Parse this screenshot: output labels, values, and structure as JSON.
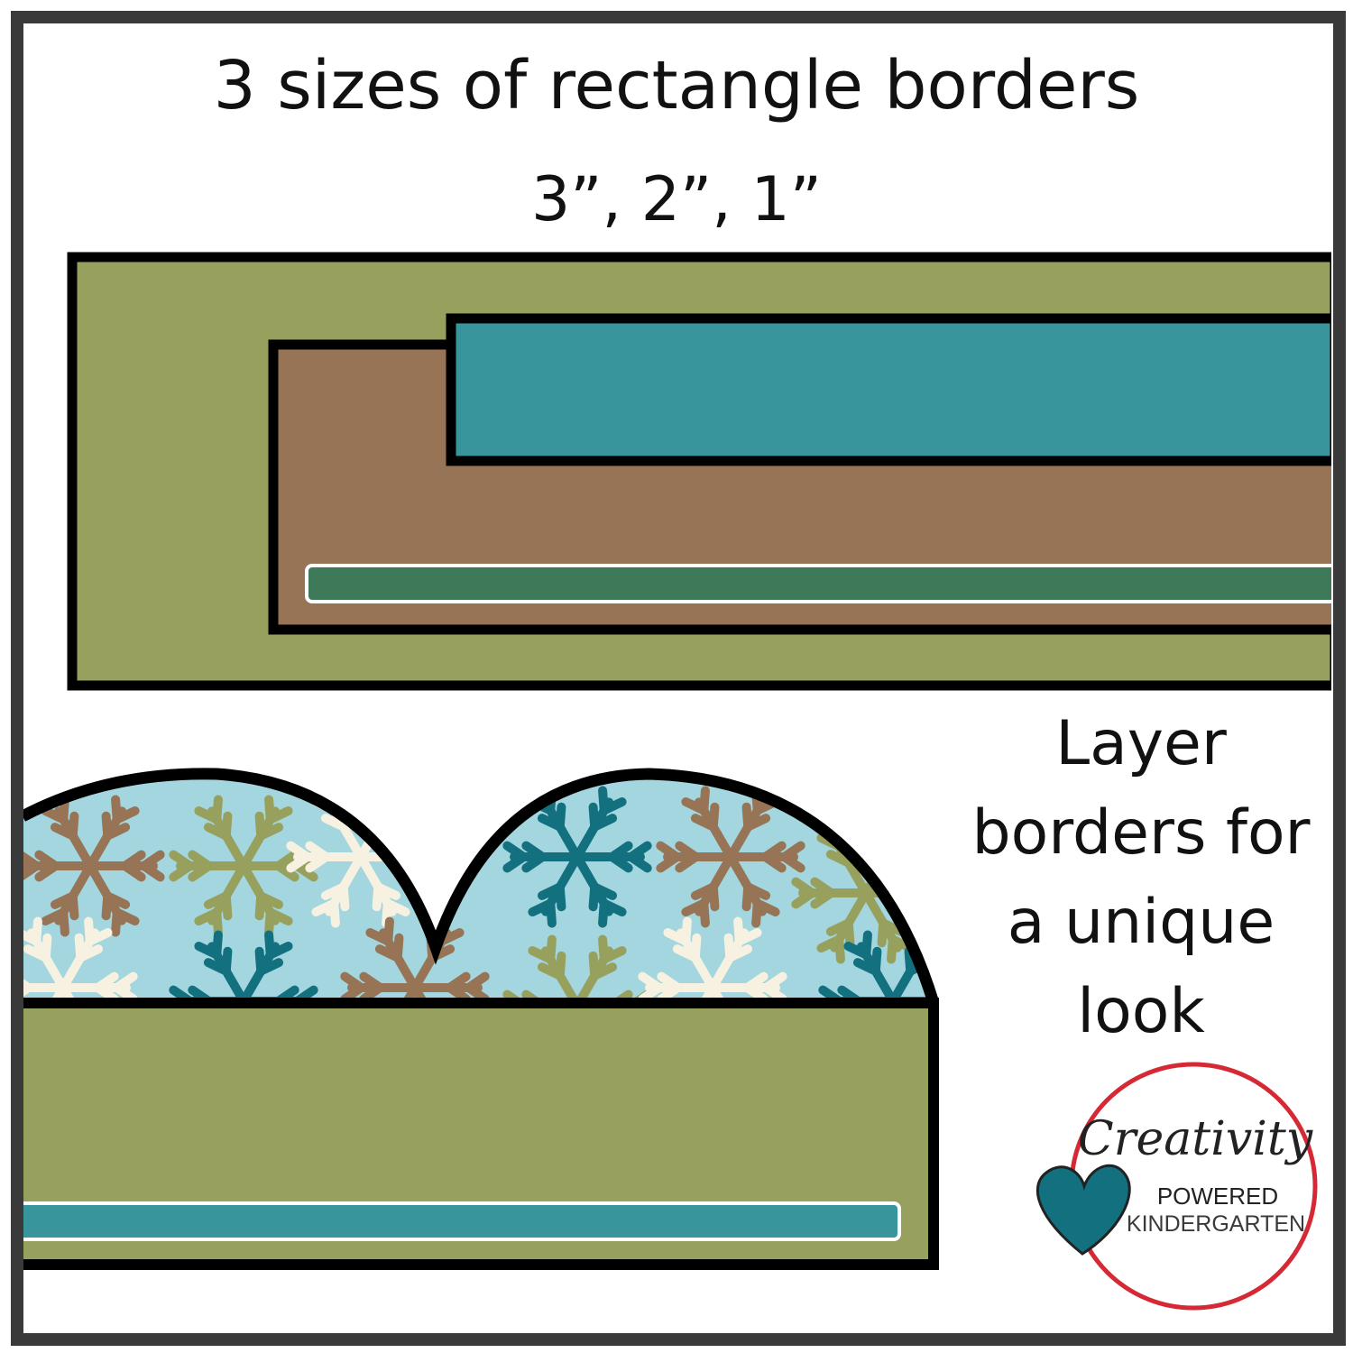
{
  "title": "3 sizes of rectangle borders",
  "sizes": "3”, 2”, 1”",
  "caption": [
    "Layer",
    "borders for",
    "a unique",
    "look"
  ],
  "logo": {
    "line1": "Creativity",
    "line2": "POWERED",
    "line3": "KINDERGARTEN"
  },
  "colors": {
    "olive": "#97a05c",
    "brown": "#967455",
    "teal": "#37959b",
    "dark_green": "#3e7a5a",
    "sky": "#a3d6de",
    "logo_red": "#d52a35",
    "heart_teal": "#12707f"
  }
}
